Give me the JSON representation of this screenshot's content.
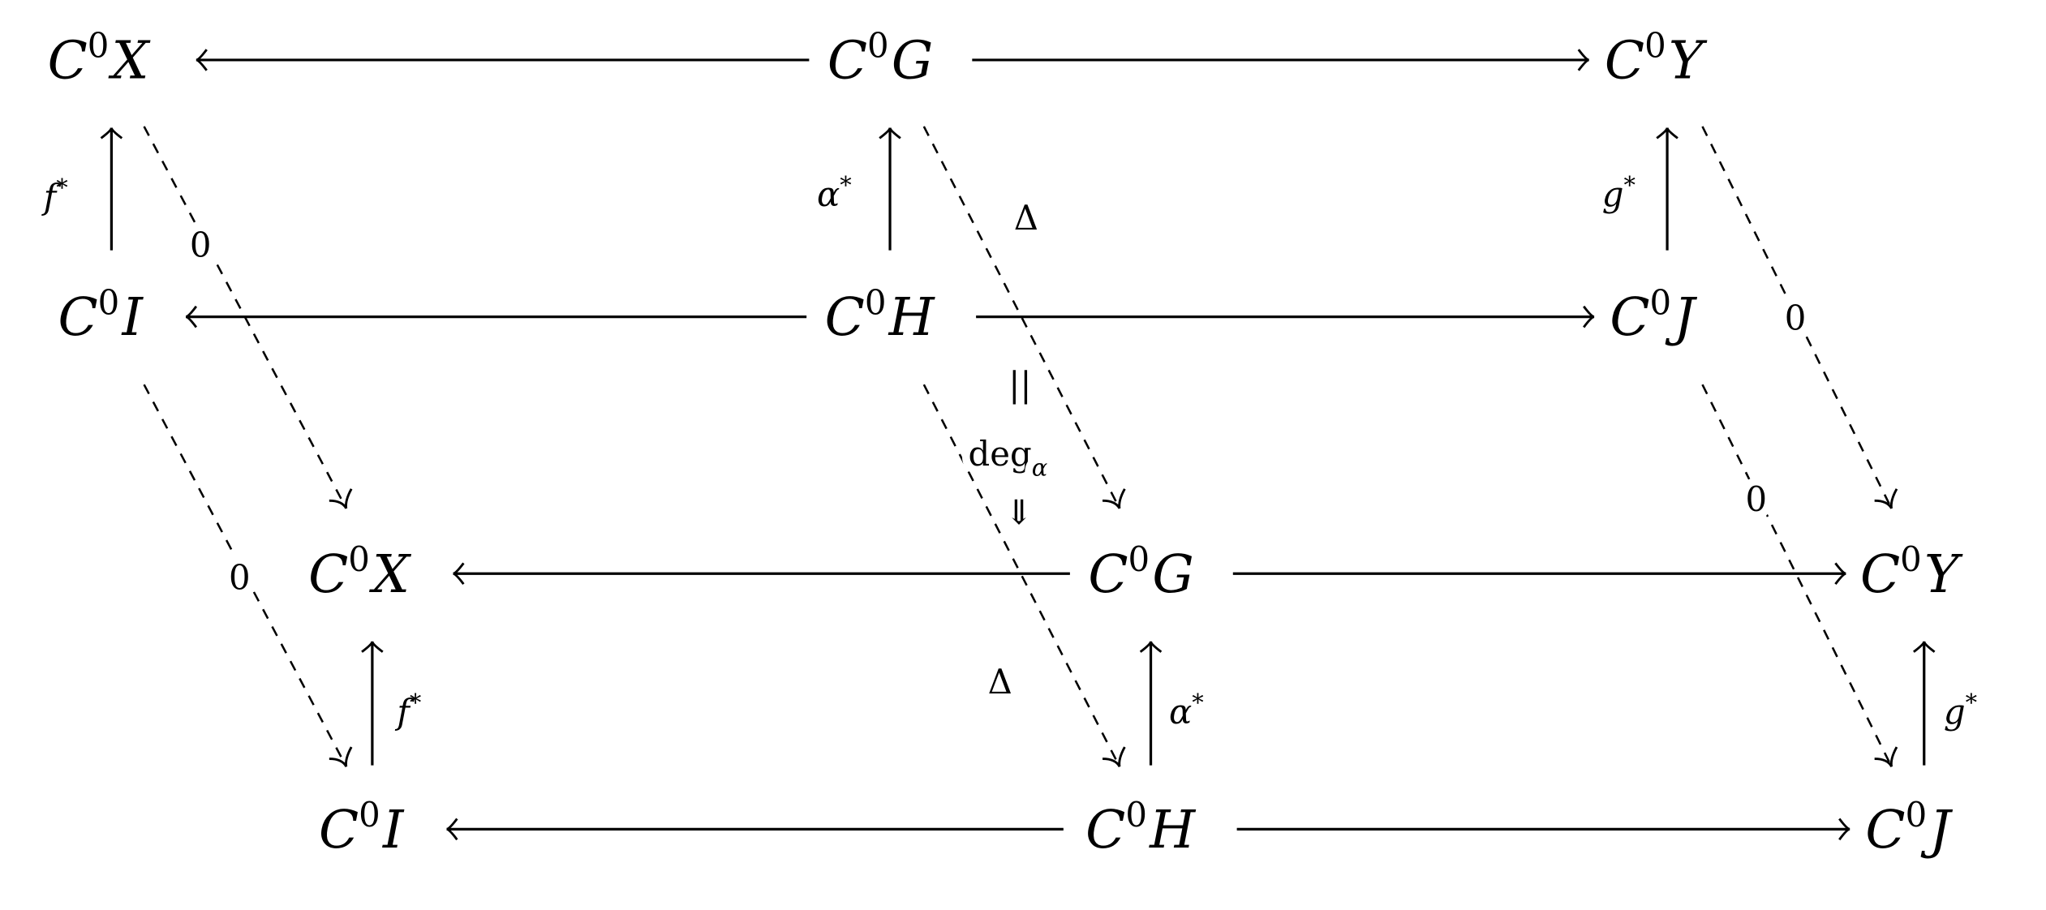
{
  "nodes": {
    "top_x": {
      "base": "C",
      "sup": "0",
      "obj": "X"
    },
    "top_g": {
      "base": "C",
      "sup": "0",
      "obj": "G"
    },
    "top_y": {
      "base": "C",
      "sup": "0",
      "obj": "Y"
    },
    "mid_i": {
      "base": "C",
      "sup": "0",
      "obj": "I"
    },
    "mid_h": {
      "base": "C",
      "sup": "0",
      "obj": "H"
    },
    "mid_j": {
      "base": "C",
      "sup": "0",
      "obj": "J"
    },
    "low_x": {
      "base": "C",
      "sup": "0",
      "obj": "X"
    },
    "low_g": {
      "base": "C",
      "sup": "0",
      "obj": "G"
    },
    "low_y": {
      "base": "C",
      "sup": "0",
      "obj": "Y"
    },
    "bot_i": {
      "base": "C",
      "sup": "0",
      "obj": "I"
    },
    "bot_h": {
      "base": "C",
      "sup": "0",
      "obj": "H"
    },
    "bot_j": {
      "base": "C",
      "sup": "0",
      "obj": "J"
    }
  },
  "labels": {
    "f_star": {
      "base": "f",
      "sup": "*"
    },
    "alpha_star": {
      "base": "α",
      "sup": "*"
    },
    "g_star": {
      "base": "g",
      "sup": "*"
    },
    "zero": "0",
    "delta": "Δ",
    "equals": "||",
    "deg": "deg",
    "deg_sub": "α",
    "implies": "⇓"
  }
}
